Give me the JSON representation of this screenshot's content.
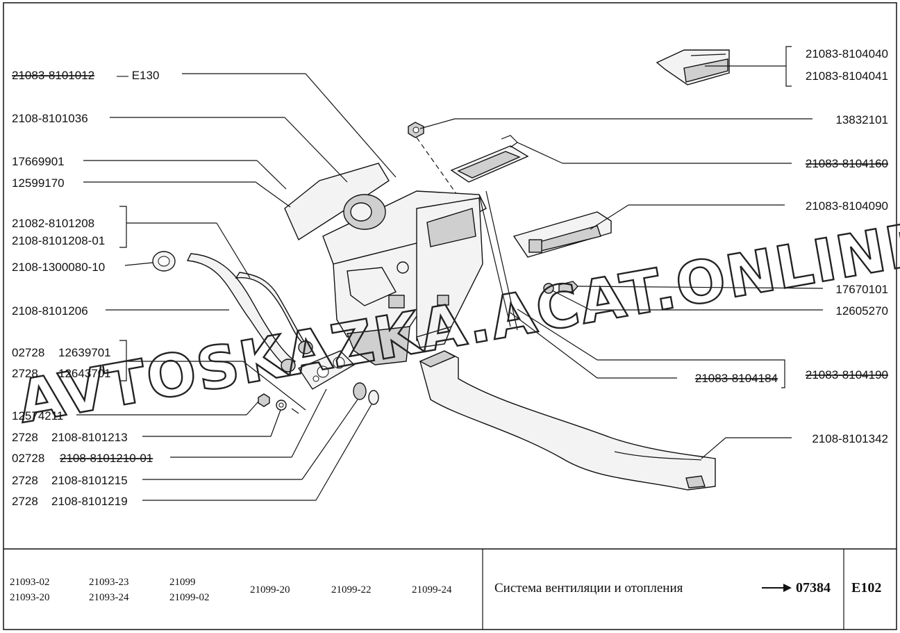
{
  "labels_left": [
    {
      "id": "l1",
      "text": "21083-8101012",
      "strike": true,
      "suffix": "— E130"
    },
    {
      "id": "l2",
      "text": "2108-8101036"
    },
    {
      "id": "l3",
      "text": "17669901"
    },
    {
      "id": "l4",
      "text": "12599170"
    },
    {
      "id": "l5a",
      "text": "21082-8101208"
    },
    {
      "id": "l5b",
      "text": "2108-8101208-01"
    },
    {
      "id": "l6",
      "text": "2108-1300080-10"
    },
    {
      "id": "l7",
      "text": "2108-8101206"
    },
    {
      "id": "l8a_prefix",
      "text": "02728"
    },
    {
      "id": "l8a",
      "text": "12639701"
    },
    {
      "id": "l8b_prefix",
      "text": "2728"
    },
    {
      "id": "l8b",
      "text": "12643701"
    },
    {
      "id": "l9",
      "text": "12574211"
    },
    {
      "id": "l10_prefix",
      "text": "2728"
    },
    {
      "id": "l10",
      "text": "2108-8101213"
    },
    {
      "id": "l11_prefix",
      "text": "02728"
    },
    {
      "id": "l11",
      "text": "2108-8101210-01"
    },
    {
      "id": "l12_prefix",
      "text": "2728"
    },
    {
      "id": "l12",
      "text": "2108-8101215"
    },
    {
      "id": "l13_prefix",
      "text": "2728"
    },
    {
      "id": "l13",
      "text": "2108-8101219"
    }
  ],
  "labels_right": [
    {
      "id": "r1a",
      "text": "21083-8104040"
    },
    {
      "id": "r1b",
      "text": "21083-8104041"
    },
    {
      "id": "r2",
      "text": "13832101"
    },
    {
      "id": "r3",
      "text": "21083-8104160"
    },
    {
      "id": "r4",
      "text": "21083-8104090"
    },
    {
      "id": "r5",
      "text": "17670101"
    },
    {
      "id": "r6",
      "text": "12605270"
    },
    {
      "id": "r7",
      "text": "21083-8104184"
    },
    {
      "id": "r8",
      "text": "21083-8104190"
    },
    {
      "id": "r9",
      "text": "2108-8101342"
    }
  ],
  "watermark": "AVTOSKAZKA.ACAT.ONLINE",
  "footer": {
    "models_col1": [
      "21093-02",
      "21093-20"
    ],
    "models_col2": [
      "21093-23",
      "21093-24"
    ],
    "models_col3": [
      "21099",
      "21099-02"
    ],
    "models_single": [
      "21099-20",
      "21099-22",
      "21099-24"
    ],
    "title": "Система вентиляции и отопления",
    "arrow": "→",
    "code": "07384",
    "section": "E102"
  }
}
